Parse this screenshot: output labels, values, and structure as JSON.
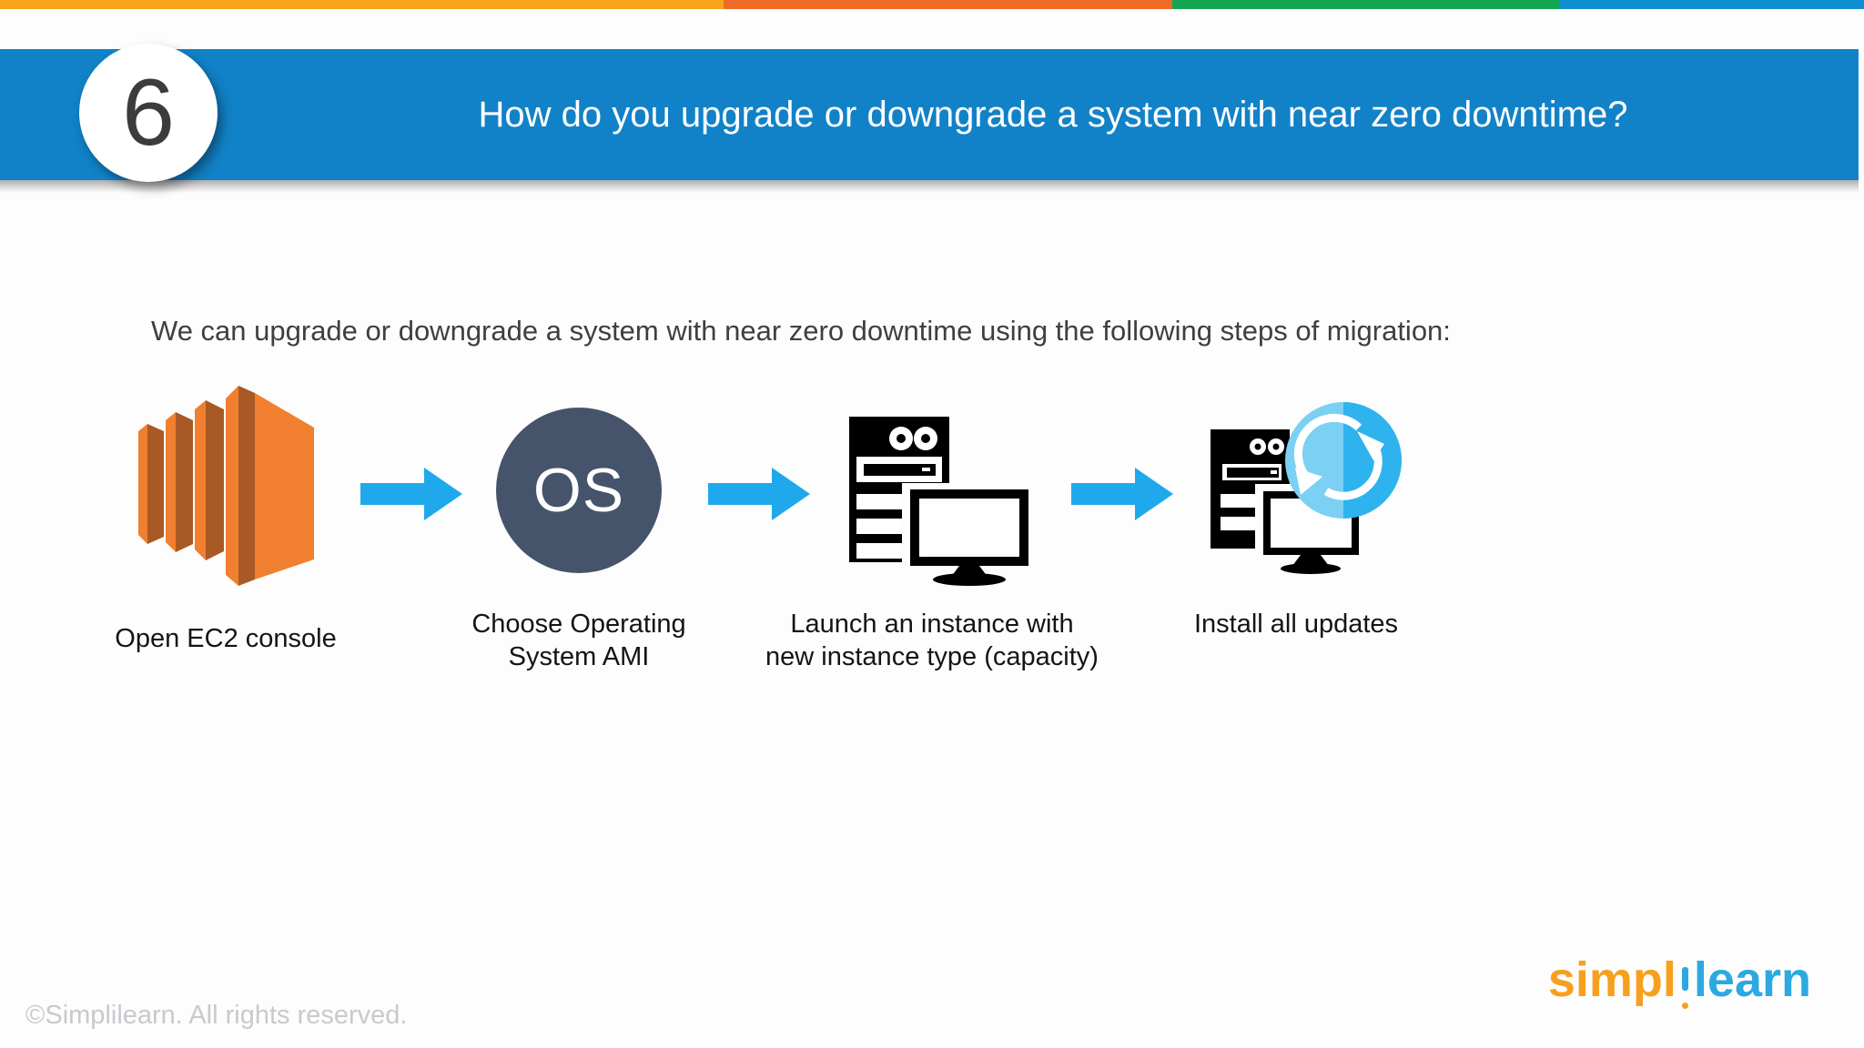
{
  "header": {
    "number": "6",
    "title": "How do you upgrade or downgrade a system with near zero downtime?"
  },
  "intro": "We can upgrade or downgrade a system with near zero downtime using the following steps of migration:",
  "steps": [
    {
      "icon": "aws-ec2-icon",
      "label": "Open EC2 console"
    },
    {
      "icon": "os-ami-icon",
      "badge": "OS",
      "label": "Choose Operating System AMI"
    },
    {
      "icon": "server-monitor-icon",
      "label": "Launch an instance with new instance type (capacity)"
    },
    {
      "icon": "server-monitor-refresh-icon",
      "label": "Install all updates"
    }
  ],
  "footer": {
    "copyright": "©Simplilearn. All rights reserved."
  },
  "logo": {
    "part1": "simpl",
    "part2": "learn"
  },
  "colors": {
    "strip_segments": [
      "#F8A51B",
      "#EF6B25",
      "#12A652",
      "#0E8FD0"
    ],
    "header_band_blue": "#1182C8",
    "flow_arrow_blue": "#1FA9EC",
    "ec2_orange_bright": "#F0802F",
    "ec2_orange_shadow": "#A95925",
    "os_circle_slate": "#45536B",
    "refresh_circle_light": "#7BD0F3",
    "refresh_circle_dark": "#2FB3EE",
    "logo_orange": "#F7A01E",
    "logo_blue": "#2CA9E0",
    "title_text": "#FFFFFF",
    "body_text": "#3F3F3F",
    "copyright_gray": "#C9C9CE"
  }
}
